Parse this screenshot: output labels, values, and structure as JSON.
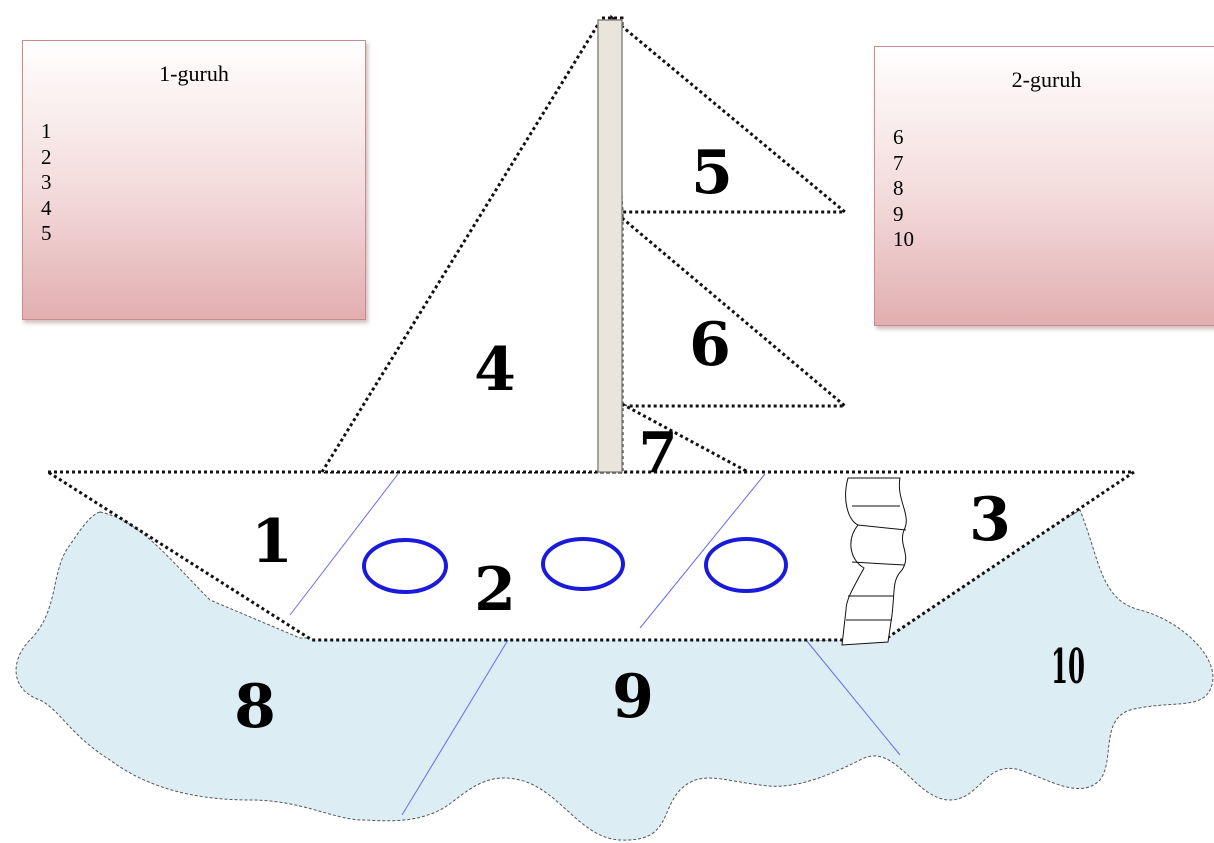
{
  "group1": {
    "title": "1-guruh",
    "items": [
      "1",
      "2",
      "3",
      "4",
      "5"
    ]
  },
  "group2": {
    "title": "2-guruh",
    "items": [
      "6",
      "7",
      "8",
      "9",
      "10"
    ]
  },
  "pieces": {
    "p1": "1",
    "p2": "2",
    "p3": "3",
    "p4": "4",
    "p5": "5",
    "p6": "6",
    "p7": "7",
    "p8": "8",
    "p9": "9",
    "p10": "10"
  },
  "colors": {
    "water": "#dcedf4",
    "mast": "#e9e5dc",
    "portholes": "#1a1adc",
    "divider_lines": "#6a6af0",
    "panel_gradient_bottom": "#e2aeb0"
  }
}
